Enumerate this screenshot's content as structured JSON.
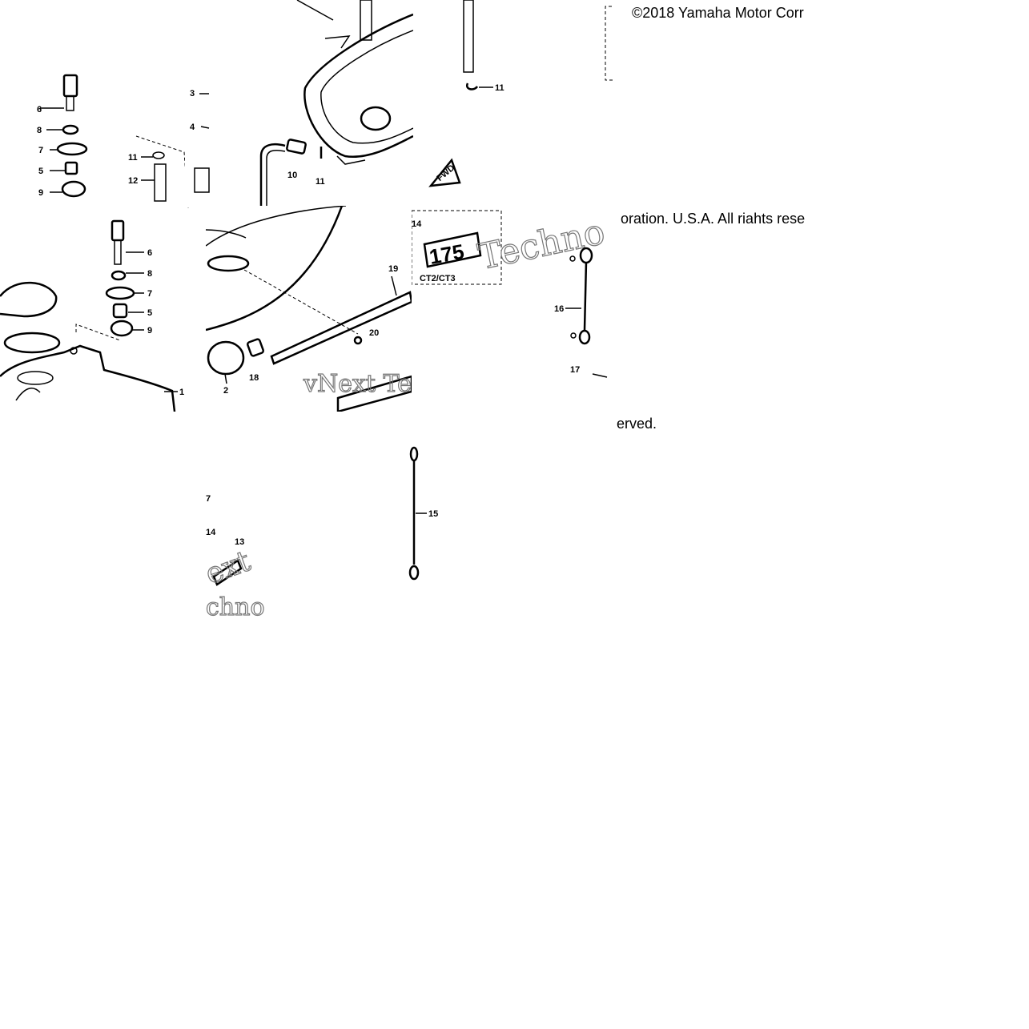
{
  "copyright": {
    "line1": "©2018 Yamaha Motor Corr",
    "line2": "oration. U.S.A. All riahts rese",
    "line3": "erved."
  },
  "watermark": {
    "a": "Techno",
    "b": "vNext Te",
    "c": "ext",
    "d": "chno"
  },
  "callouts": {
    "n1": "1",
    "n2": "2",
    "n3": "3",
    "n4": "4",
    "n5": "5",
    "n6": "6",
    "n7": "7",
    "n8": "8",
    "n9": "9",
    "n10": "10",
    "n11": "11",
    "n12": "12",
    "n13": "13",
    "n14": "14",
    "n15": "15",
    "n16": "16",
    "n17": "17",
    "n18": "18",
    "n19": "19",
    "n20": "20"
  },
  "emblem": {
    "number": "175",
    "variant": "CT2/CT3"
  }
}
